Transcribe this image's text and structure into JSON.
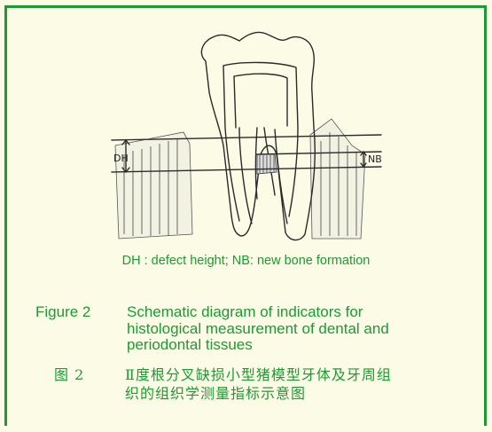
{
  "diagram": {
    "dh_label": "DH",
    "nb_label": "NB",
    "definitions": "DH : defect height; NB: new bone formation"
  },
  "caption_en": {
    "number": "Figure 2",
    "line1": "Schematic diagram of indicators for",
    "line2": "histological measurement of dental and",
    "line3": "periodontal tissues"
  },
  "caption_zh": {
    "number": "图 2",
    "line1": "Ⅱ度根分叉缺损小型猪模型牙体及牙周组",
    "line2": "织的组织学测量指标示意图"
  },
  "colors": {
    "accent": "#1d9a35",
    "background": "#fbfbe6",
    "ink": "#2a2a2a"
  }
}
